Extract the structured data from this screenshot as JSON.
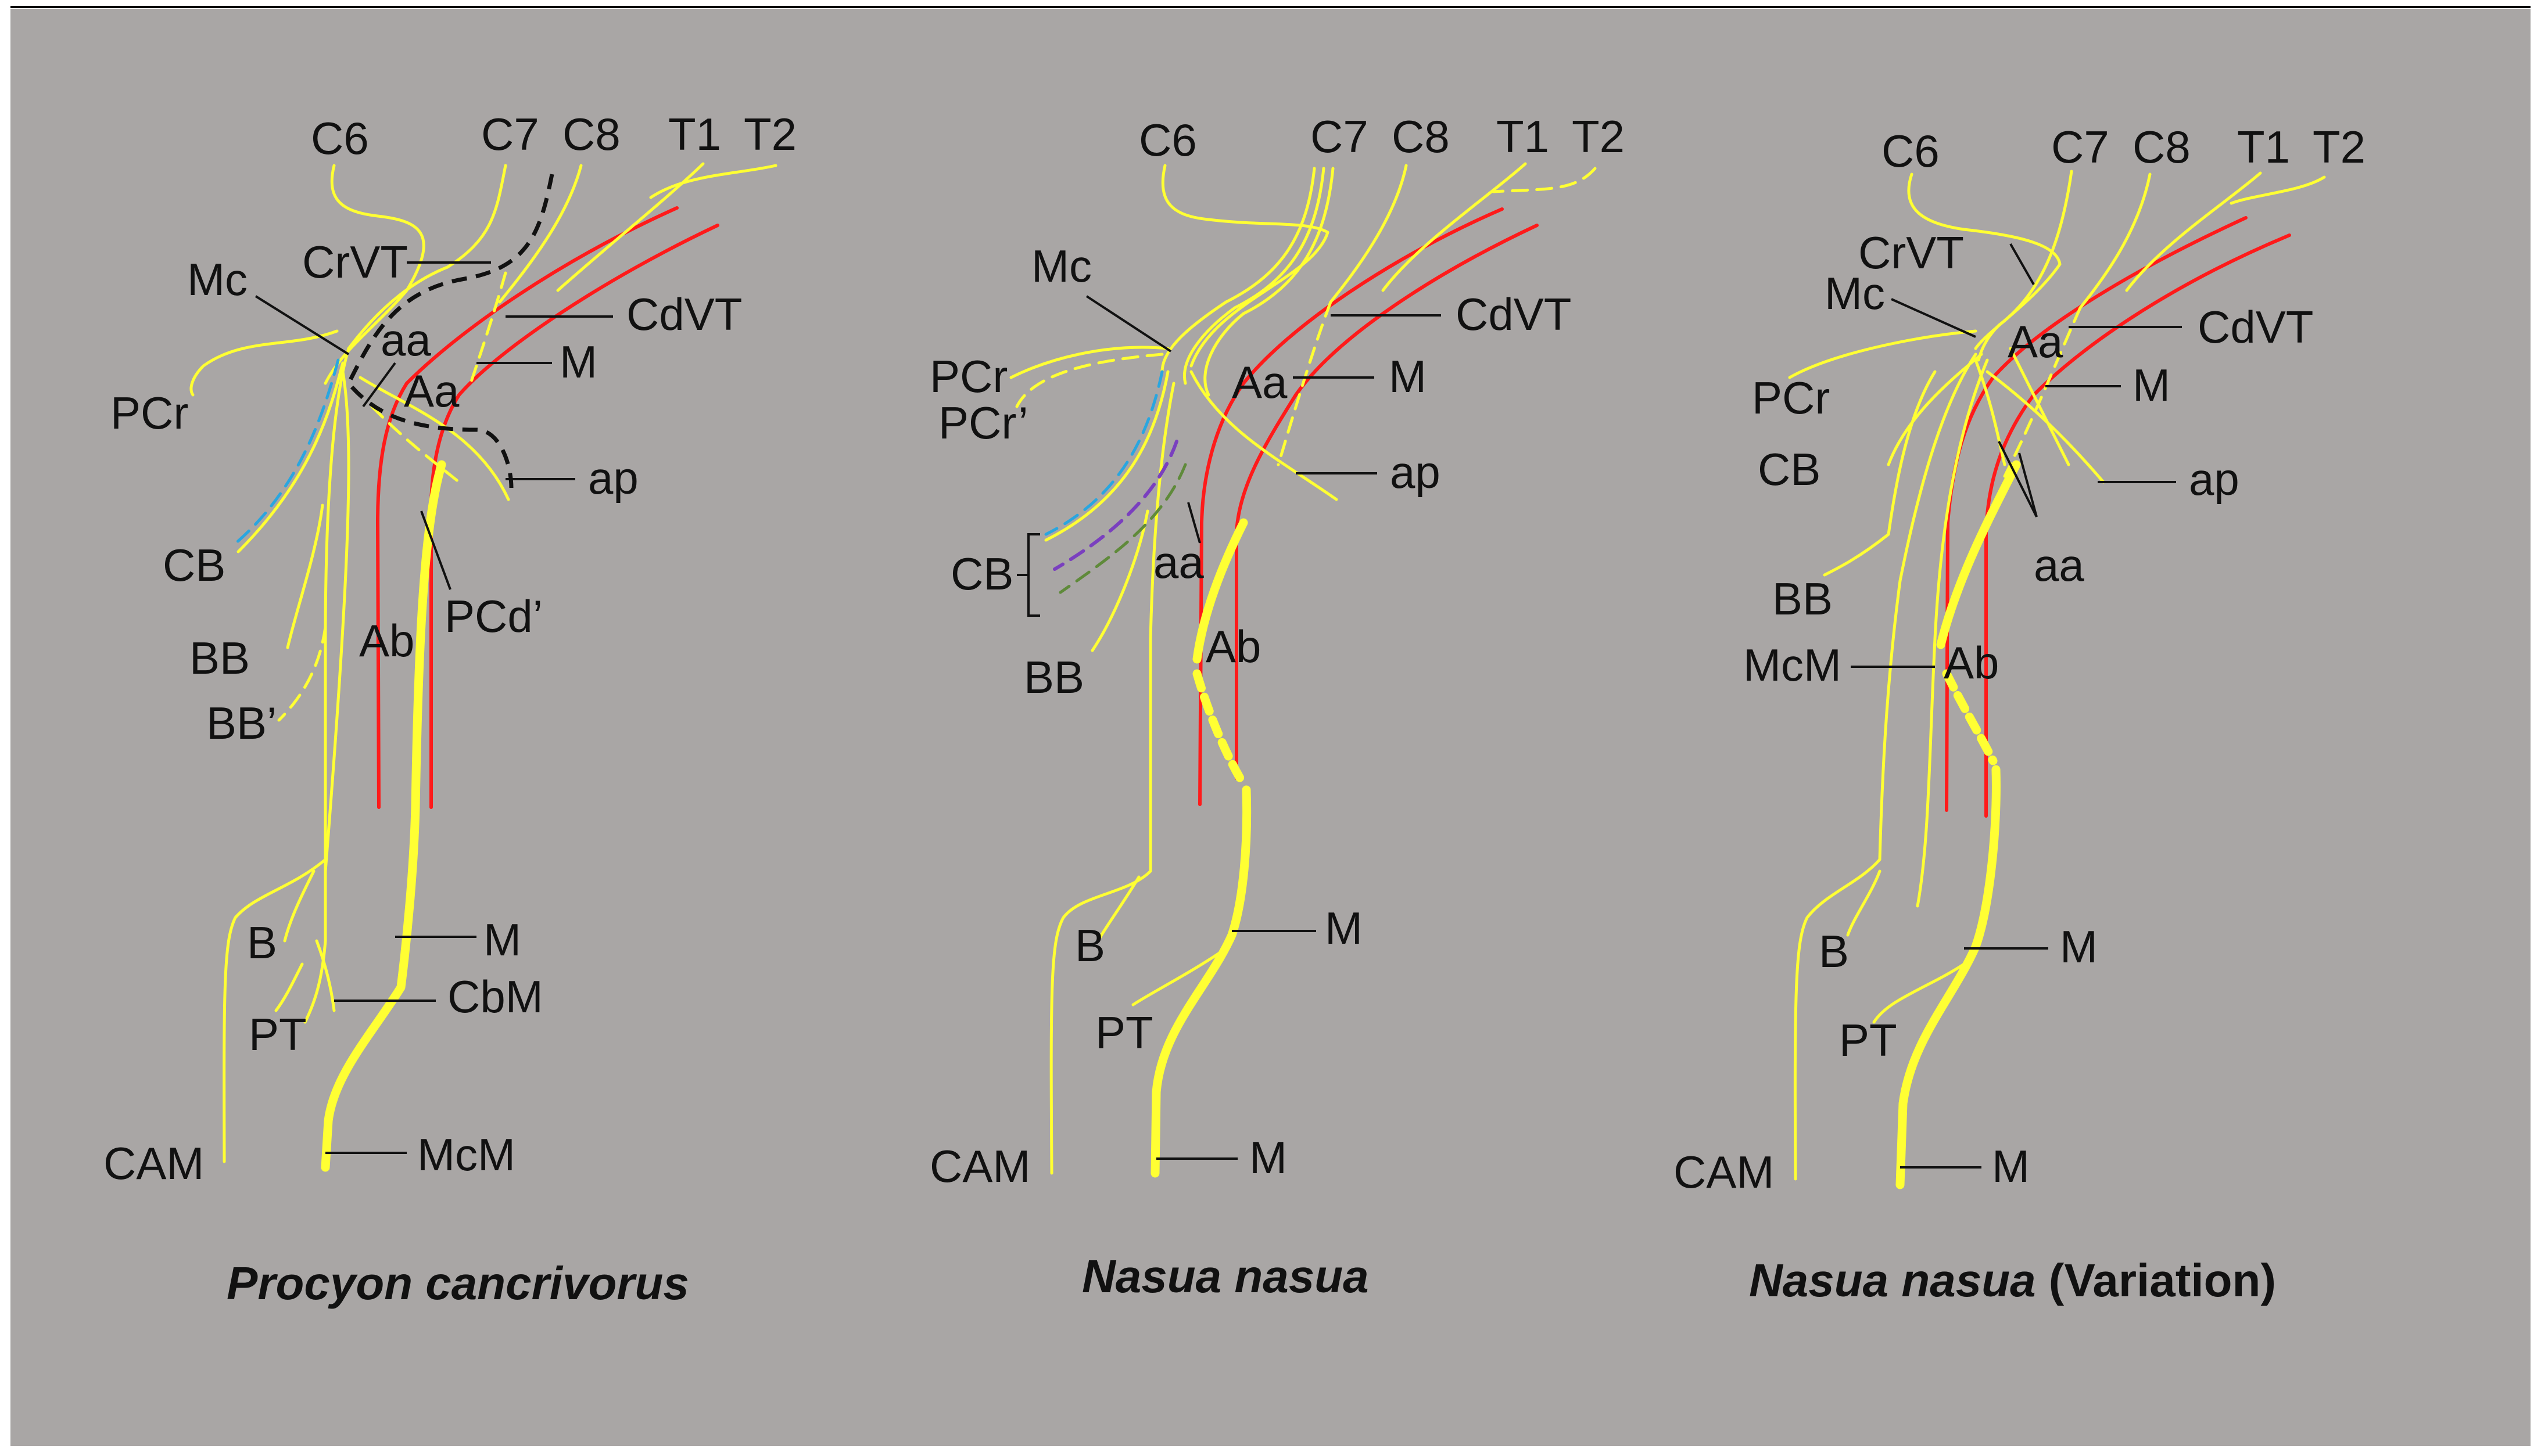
{
  "colors": {
    "background": "#a9a6a5",
    "nerve": "#ffff33",
    "artery": "#ff1a1a",
    "variant_blue": "#29a6e0",
    "variant_purple": "#7a3fbf",
    "variant_green": "#5f8a3a",
    "text": "#111111"
  },
  "panels": [
    {
      "species": "Procyon cancrivorus",
      "variation": "",
      "labels": {
        "C6": "C6",
        "C7": "C7",
        "C8": "C8",
        "T1": "T1",
        "T2": "T2",
        "CrVT": "CrVT",
        "Mc": "Mc",
        "aa": "aa",
        "CdVT": "CdVT",
        "M_top": "M",
        "Aa": "Aa",
        "PCr": "PCr",
        "ap": "ap",
        "CB": "CB",
        "PCd": "PCd’",
        "BB": "BB",
        "Ab": "Ab",
        "BB2": "BB’",
        "B": "B",
        "M_low": "M",
        "CbM": "CbM",
        "PT": "PT",
        "CAM": "CAM",
        "McM": "McM"
      }
    },
    {
      "species": "Nasua nasua",
      "variation": "",
      "labels": {
        "C6": "C6",
        "C7": "C7",
        "C8": "C8",
        "T1": "T1",
        "T2": "T2",
        "Mc": "Mc",
        "CdVT": "CdVT",
        "PCr": "PCr",
        "PCr2": "PCr’",
        "Aa": "Aa",
        "M_top": "M",
        "ap": "ap",
        "CB": "CB",
        "aa": "aa",
        "Ab": "Ab",
        "BB": "BB",
        "M_mid": "M",
        "B": "B",
        "PT": "PT",
        "CAM": "CAM",
        "M_bot": "M"
      }
    },
    {
      "species": "Nasua nasua",
      "variation": "(Variation)",
      "labels": {
        "C6": "C6",
        "C7": "C7",
        "C8": "C8",
        "T1": "T1",
        "T2": "T2",
        "CrVT": "CrVT",
        "Mc": "Mc",
        "Aa": "Aa",
        "CdVT": "CdVT",
        "PCr": "PCr",
        "M_top": "M",
        "CB": "CB",
        "ap": "ap",
        "aa": "aa",
        "BB": "BB",
        "McM": "McM",
        "Ab": "Ab",
        "B": "B",
        "M_mid": "M",
        "PT": "PT",
        "CAM": "CAM",
        "M_bot": "M"
      }
    }
  ]
}
